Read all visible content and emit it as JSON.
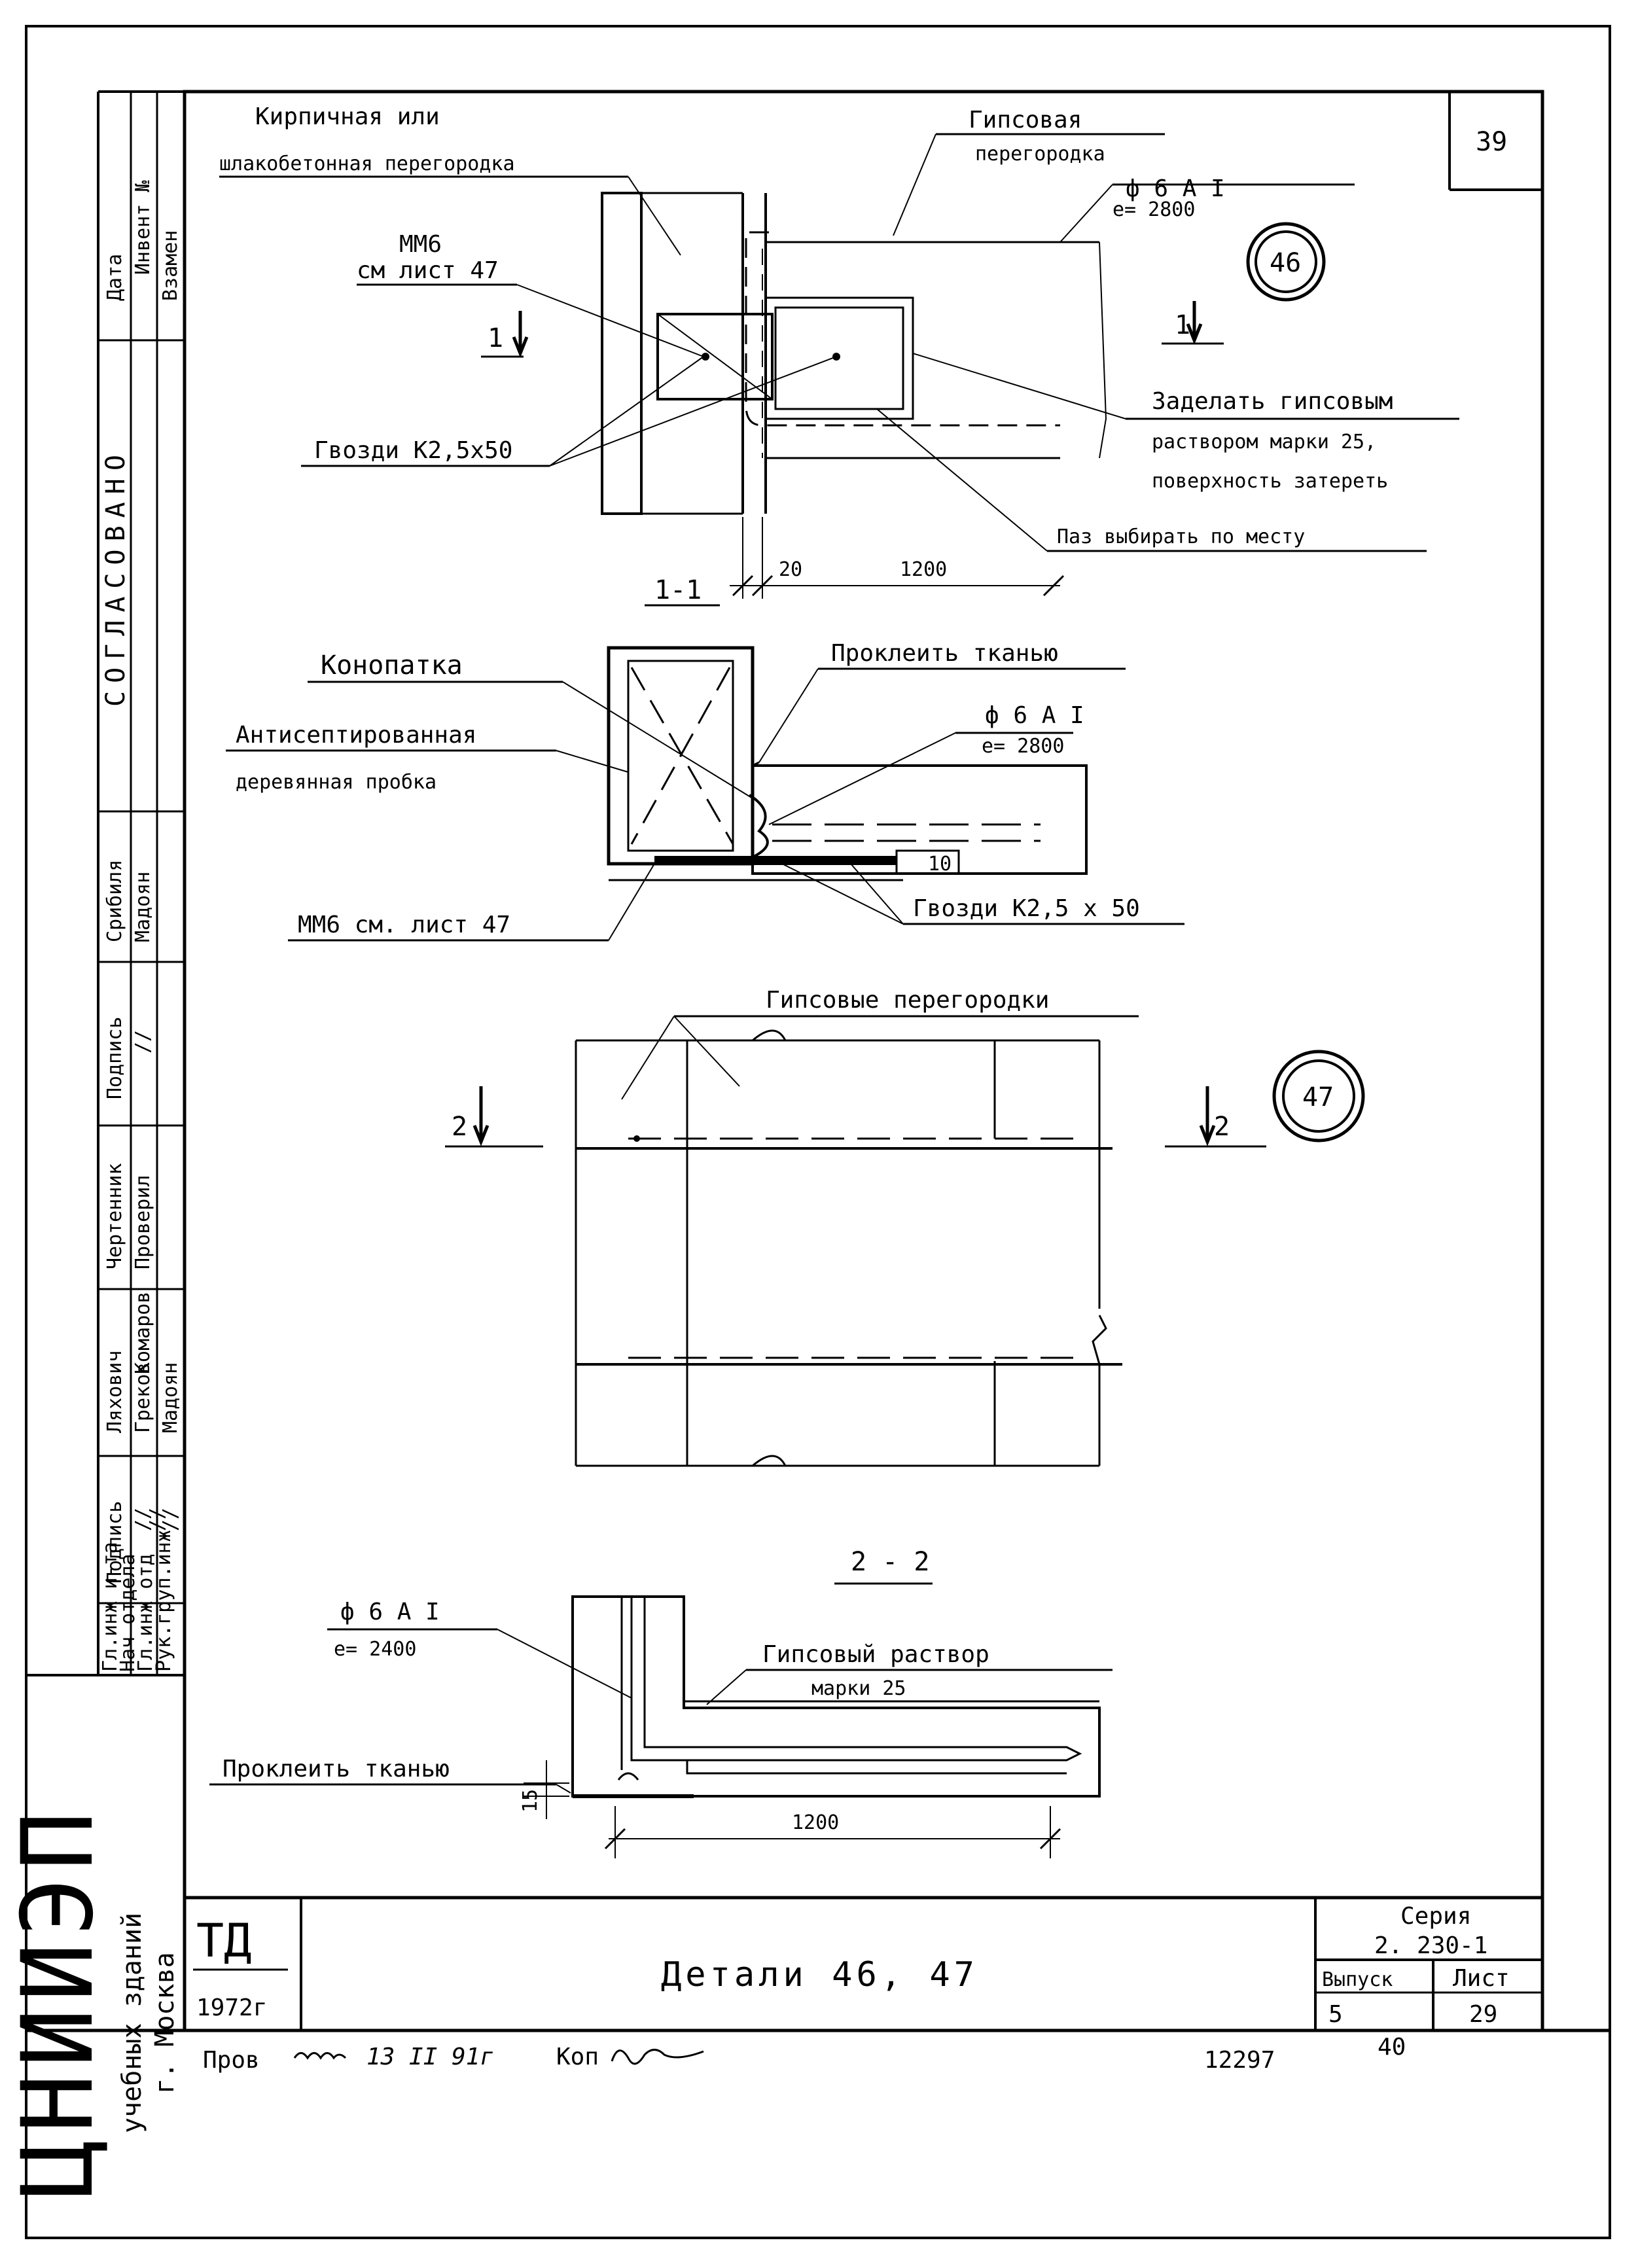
{
  "sheet_number": "39",
  "side_panel": {
    "top": [
      "Дата",
      "Инвент №",
      "Взамен"
    ],
    "agreed": "СОГЛАСОВАНО",
    "signers_row1": [
      "Срибиля",
      "Мадоян"
    ],
    "signers_row2": [
      "Подпись",
      "//"
    ],
    "signers_row3": [
      "Чертенник",
      "Проверил"
    ],
    "signers_row4": [
      "Ляхович",
      "Греков",
      "Комаров",
      "Мадоян"
    ],
    "signers_row5": [
      "Подпись",
      "//",
      "//",
      "//"
    ],
    "roles": [
      "Гл.инж и-та",
      "Нач отдела",
      "Гл.инж отд",
      "Рук.груп.инж"
    ],
    "institute": "ЦНИИЭП",
    "institute_sub1": "учебных зданий",
    "institute_sub2": "г. Москва"
  },
  "detail46": {
    "label_brick_1": "Кирпичная или",
    "label_brick_2": "шлакобетонная перегородка",
    "label_gypsum_1": "Гипсовая",
    "label_gypsum_2": "перегородка",
    "label_rebar_1": "ф 6 А I",
    "label_rebar_2": "е= 2800",
    "label_mm6_1": "ММ6",
    "label_mm6_2": "см лист 47",
    "label_nails": "Гвозди К2,5х50",
    "label_seal_1": "Заделать гипсовым",
    "label_seal_2": "раствором марки 25,",
    "label_seal_3": "поверхность затереть",
    "label_groove": "Паз выбирать по месту",
    "section_mark": "1",
    "section_title": "1-1",
    "dim_20": "20",
    "dim_1200": "1200",
    "circle": "46"
  },
  "section11": {
    "label_caulk": "Конопатка",
    "label_cloth": "Проклеить тканью",
    "label_wood_1": "Антисептированная",
    "label_wood_2": "деревянная пробка",
    "label_rebar_1": "ф 6 А I",
    "label_rebar_2": "е= 2800",
    "label_mm6": "ММ6 см. лист 47",
    "label_nails": "Гвозди К2,5 х 50",
    "dim_10": "10"
  },
  "detail47": {
    "label_partitions": "Гипсовые перегородки",
    "section_mark": "2",
    "circle": "47"
  },
  "section22": {
    "title": "2 - 2",
    "label_rebar_1": "ф 6 А I",
    "label_rebar_2": "е= 2400",
    "label_mortar_1": "Гипсовый раствор",
    "label_mortar_2": "марки 25",
    "label_cloth": "Проклеить тканью",
    "dim_15": "15",
    "dim_1200": "1200"
  },
  "title_block": {
    "logo": "ТД",
    "year": "1972г",
    "title": "Детали 46, 47",
    "series_label": "Серия",
    "series_value": "2. 230-1",
    "issue_label": "Выпуск",
    "issue_value": "5",
    "sheet_label": "Лист",
    "sheet_value": "29"
  },
  "footer": {
    "prov": "Пров",
    "handwritten": "13 II 91г",
    "kop": "Коп",
    "number": "12297",
    "page": "40"
  }
}
